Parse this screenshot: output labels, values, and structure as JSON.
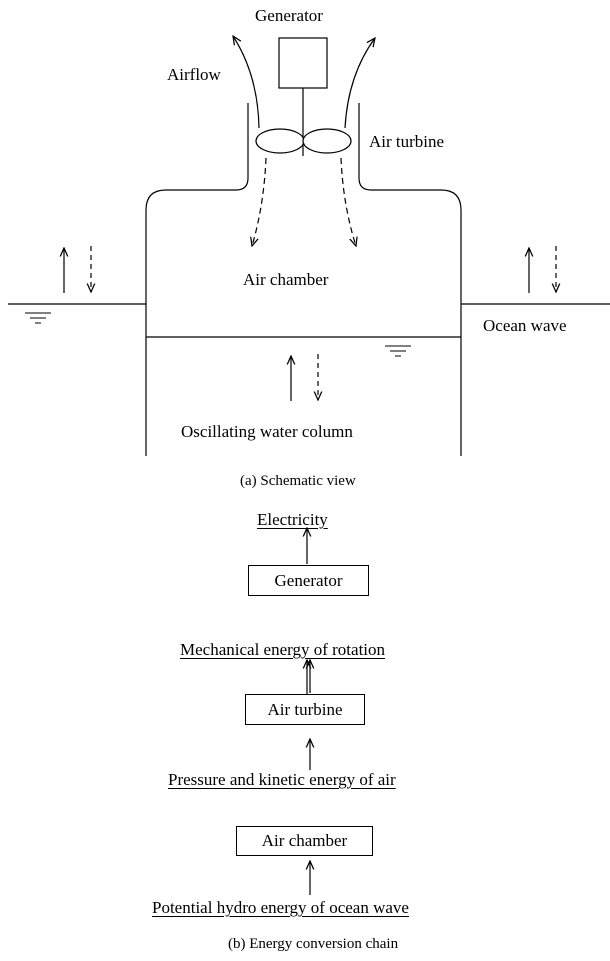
{
  "schematic": {
    "generator": "Generator",
    "airflow": "Airflow",
    "air_turbine": "Air turbine",
    "air_chamber": "Air chamber",
    "ocean_wave": "Ocean wave",
    "oscillating_water_column": "Oscillating water column",
    "caption": "(a)  Schematic view"
  },
  "chain": {
    "electricity": "Electricity",
    "generator": "Generator",
    "mechanical": "Mechanical energy of rotation",
    "air_turbine": "Air turbine",
    "pressure": "Pressure and kinetic energy of air",
    "air_chamber": "Air chamber",
    "potential": "Potential hydro energy of ocean wave",
    "caption": "(b)  Energy conversion chain"
  }
}
